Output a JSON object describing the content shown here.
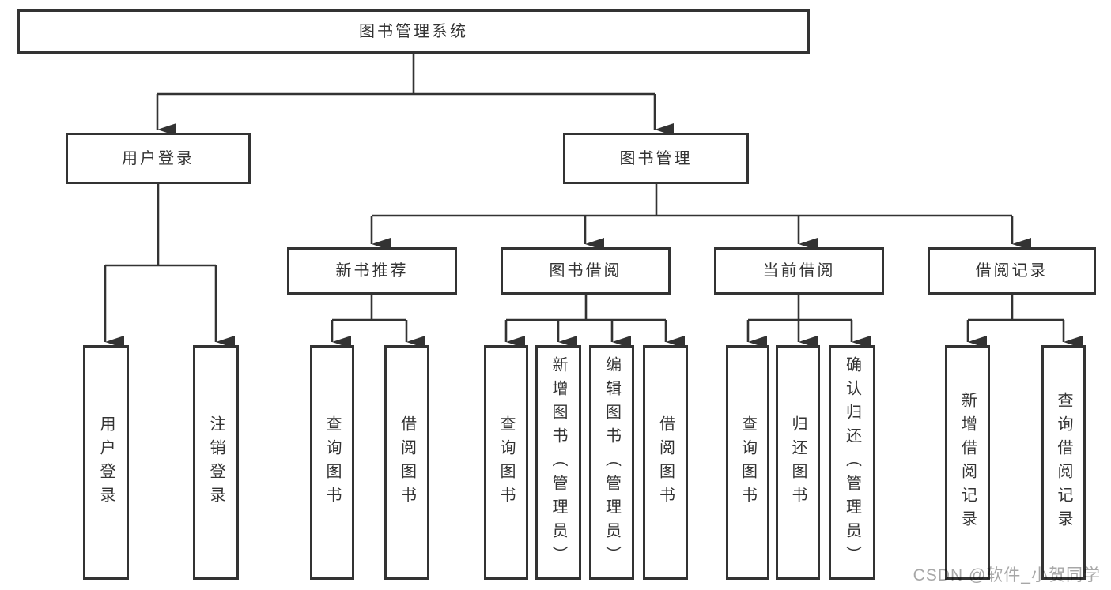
{
  "tree": {
    "label": "图书管理系统",
    "children": [
      {
        "label": "用户登录",
        "children": [
          {
            "label": "用户登录"
          },
          {
            "label": "注销登录"
          }
        ]
      },
      {
        "label": "图书管理",
        "children": [
          {
            "label": "新书推荐",
            "children": [
              {
                "label": "查询图书"
              },
              {
                "label": "借阅图书"
              }
            ]
          },
          {
            "label": "图书借阅",
            "children": [
              {
                "label": "查询图书"
              },
              {
                "label": "新增图书（管理员）"
              },
              {
                "label": "编辑图书（管理员）"
              },
              {
                "label": "借阅图书"
              }
            ]
          },
          {
            "label": "当前借阅",
            "children": [
              {
                "label": "查询图书"
              },
              {
                "label": "归还图书"
              },
              {
                "label": "确认归还（管理员）"
              }
            ]
          },
          {
            "label": "借阅记录",
            "children": [
              {
                "label": "新增借阅记录"
              },
              {
                "label": "查询借阅记录"
              }
            ]
          }
        ]
      }
    ]
  },
  "watermark": "CSDN @软件_小贺同学",
  "colors": {
    "line": "#333333",
    "text": "#333333",
    "watermark": "#a7a7a7",
    "background": "#ffffff"
  }
}
